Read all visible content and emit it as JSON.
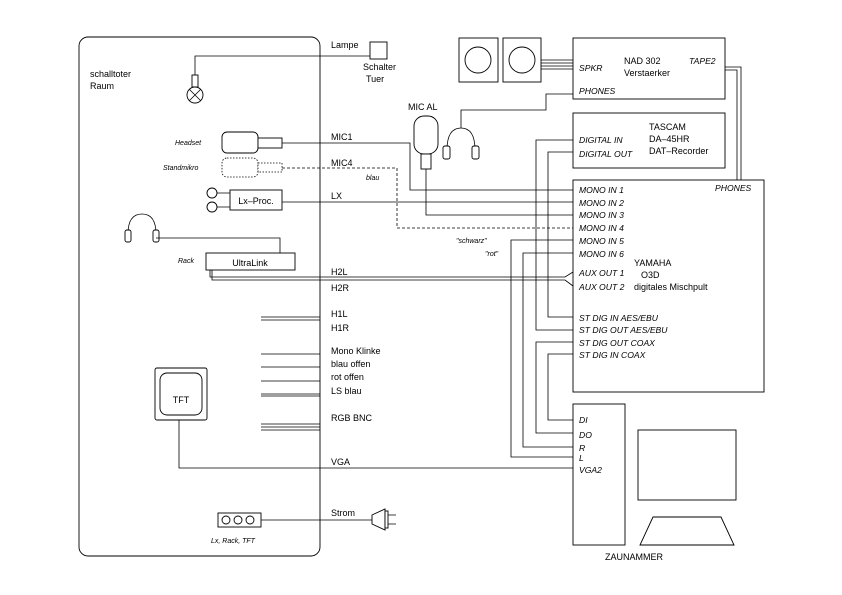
{
  "room": {
    "title_line1": "schalltoter",
    "title_line2": "Raum"
  },
  "devices": {
    "headset": "Headset",
    "standmikro": "Standmikro",
    "lxproc": "Lx–Proc.",
    "rack": "Rack",
    "ultralink": "UltraLink",
    "tft": "TFT",
    "power_strip": "Lx, Rack, TFT"
  },
  "wire_labels": {
    "lampe": "Lampe",
    "schalter_line1": "Schalter",
    "schalter_line2": "Tuer",
    "mic1": "MIC1",
    "mic4": "MIC4",
    "blau": "blau",
    "lx": "LX",
    "mic_al": "MIC AL",
    "schwarz": "\"schwarz\"",
    "rot": "\"rot\"",
    "h2l": "H2L",
    "h2r": "H2R",
    "h1l": "H1L",
    "h1r": "H1R",
    "mono_klinke": "Mono Klinke",
    "blau_offen": "blau offen",
    "rot_offen": "rot offen",
    "ls_blau": "LS blau",
    "rgb_bnc": "RGB BNC",
    "vga": "VGA",
    "strom": "Strom"
  },
  "nad": {
    "name": "NAD 302",
    "desc": "Verstaerker",
    "spkr": "SPKR",
    "tape2": "TAPE2",
    "phones": "PHONES"
  },
  "tascam": {
    "name": "TASCAM",
    "model": "DA–45HR",
    "desc": "DAT–Recorder",
    "digital_in": "DIGITAL IN",
    "digital_out": "DIGITAL OUT"
  },
  "yamaha": {
    "phones": "PHONES",
    "name": "YAMAHA",
    "model": "O3D",
    "desc": "digitales Mischpult",
    "ports": [
      "MONO IN 1",
      "MONO IN 2",
      "MONO IN 3",
      "MONO IN 4",
      "MONO IN 5",
      "MONO IN 6",
      "AUX OUT 1",
      "AUX OUT 2",
      "ST DIG IN AES/EBU",
      "ST DIG OUT AES/EBU",
      "ST DIG OUT COAX",
      "ST DIG IN COAX"
    ]
  },
  "computer": {
    "name": "ZAUNAMMER",
    "ports": [
      "DI",
      "DO",
      "R",
      "L",
      "VGA2"
    ]
  }
}
